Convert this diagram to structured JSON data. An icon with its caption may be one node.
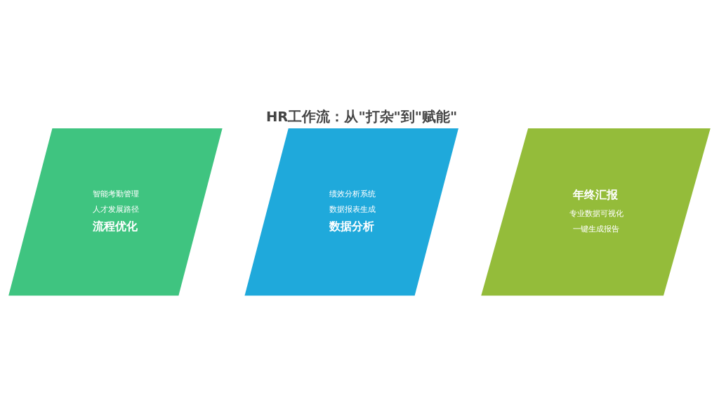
{
  "diagram": {
    "title": "HR工作流：从\"打杂\"到\"赋能\"",
    "nodes": [
      {
        "text": [
          "智能考勤管理",
          "人才发展路径",
          "流程优化"
        ]
      },
      {
        "text": [
          "绩效分析系统",
          "数据报表生成",
          "数据分析"
        ]
      },
      {
        "text": [
          "年终汇报",
          "专业数据可视化",
          "一键生成报告"
        ]
      }
    ],
    "edges": []
  }
}
